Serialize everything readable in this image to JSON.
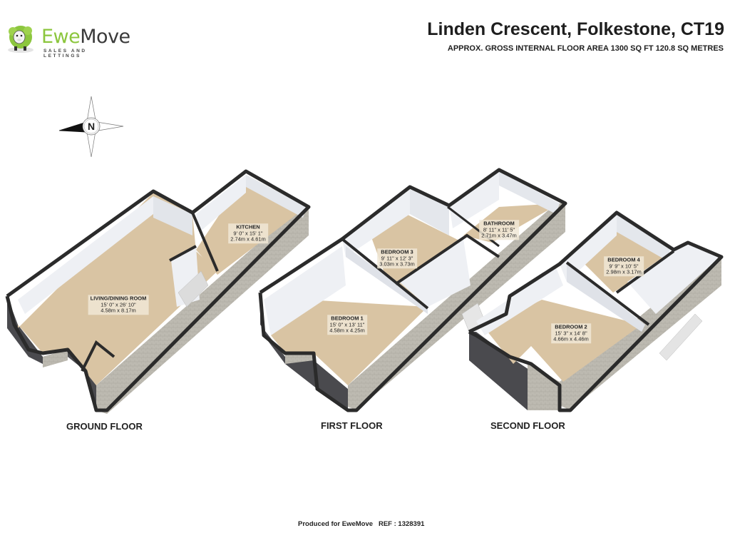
{
  "logo": {
    "brand_part1": "Ewe",
    "brand_part2": "Move",
    "tagline": "SALES AND LETTINGS",
    "mascot": "sheep-mascot-icon",
    "brand_color": "#8cc63e"
  },
  "header": {
    "title": "Linden Crescent, Folkestone, CT19",
    "subtitle": "APPROX. GROSS INTERNAL FLOOR AREA 1300 SQ FT 120.8 SQ METRES"
  },
  "compass": {
    "icon": "compass-north-icon",
    "letter": "N"
  },
  "floors": [
    {
      "label": "GROUND FLOOR",
      "rooms": [
        {
          "name": "KITCHEN",
          "imperial": "9' 0\" x 15' 1\"",
          "metric": "2.74m x 4.61m"
        },
        {
          "name": "LIVING/DINING ROOM",
          "imperial": "15' 0\" x 26' 10\"",
          "metric": "4.58m x 8.17m"
        }
      ]
    },
    {
      "label": "FIRST FLOOR",
      "rooms": [
        {
          "name": "BATHROOM",
          "imperial": "8' 11\" x 11' 5\"",
          "metric": "2.71m x 3.47m"
        },
        {
          "name": "BEDROOM 3",
          "imperial": "9' 11\" x 12' 3\"",
          "metric": "3.03m x 3.73m"
        },
        {
          "name": "BEDROOM 1",
          "imperial": "15' 0\" x 13' 11\"",
          "metric": "4.58m x 4.25m"
        }
      ]
    },
    {
      "label": "SECOND FLOOR",
      "rooms": [
        {
          "name": "BEDROOM 4",
          "imperial": "9' 9\" x 10' 5\"",
          "metric": "2.98m x 3.17m"
        },
        {
          "name": "BEDROOM 2",
          "imperial": "15' 3\" x 14' 8\"",
          "metric": "4.66m x 4.46m"
        }
      ]
    }
  ],
  "footer": {
    "text": "Produced for EweMove   REF : 1328391"
  },
  "colors": {
    "floor": "#d9c4a3",
    "wall_top": "#2b2b2b",
    "wall_inner": "#eef0f4",
    "exterior_brick": "#b9b7ae",
    "exterior_dark": "#4a4a4e"
  }
}
